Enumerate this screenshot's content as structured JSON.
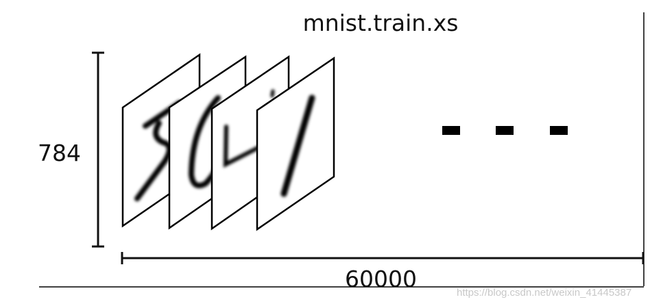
{
  "diagram": {
    "title": "mnist.train.xs",
    "height_label": "784",
    "width_label": "60000",
    "digits": [
      "5",
      "0",
      "4",
      "1"
    ],
    "ellipsis": "- - -",
    "watermark": "https://blog.csdn.net/weixin_41445387"
  }
}
